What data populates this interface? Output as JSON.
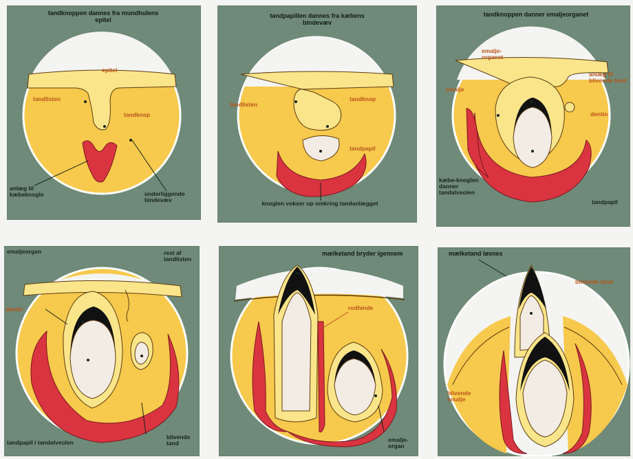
{
  "colors": {
    "panel_bg": "#6f8a78",
    "circle_fill": "#f7c94c",
    "epithelium_fill": "#fbe58a",
    "bone_fill": "#d9343f",
    "pulp_fill": "#f3ece4",
    "enamel_fill": "#111111",
    "label_inside": "#b8541a",
    "label_outside": "#16241b"
  },
  "panels": [
    {
      "caption_top": "tandknoppen dannes fra mundhulens epitel",
      "labels_inside": [
        "epitel",
        "tandlisten",
        "tandknop"
      ],
      "labels_outside": [
        "anlæg til kæbeknogle",
        "underliggende bindevæv"
      ]
    },
    {
      "caption_top": "tandpapillen dannes fra kæbens bindevæv",
      "labels_inside": [
        "tandlisten",
        "tandknop",
        "tandpapil"
      ],
      "labels_outside": [
        "knoglen vokser op omkring tandanlægget"
      ]
    },
    {
      "caption_top": "tandknoppen danner emaljeorganet",
      "labels_inside": [
        "emalje-organet",
        "emalje",
        "anlæg til blivende tand",
        "dentin"
      ],
      "labels_outside": [
        "kæbe-knoglen danner tandalveolen",
        "tandpapil"
      ]
    },
    {
      "caption_top": "",
      "labels_inside": [
        "emaljeorgan",
        "rest af tandlisten",
        "dentin"
      ],
      "labels_outside": [
        "tandpapil i tandalveolen",
        "blivende tand"
      ]
    },
    {
      "caption_top": "mælketand bryder igennem",
      "labels_inside": [
        "rodhinde"
      ],
      "labels_outside": [
        "emalje-organ"
      ]
    },
    {
      "caption_top": "mælketand løsnes",
      "labels_inside": [
        "blivende tand",
        "blivende emalje"
      ],
      "labels_outside": []
    }
  ]
}
